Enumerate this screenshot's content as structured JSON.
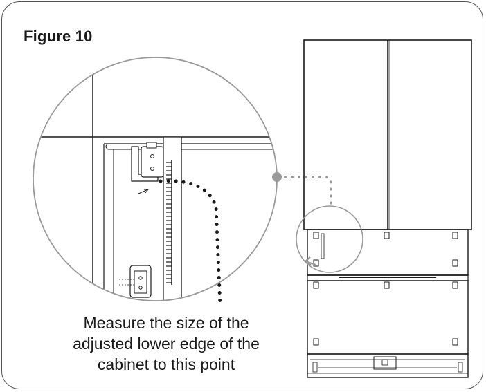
{
  "figure": {
    "title": "Figure 10",
    "caption_lines": [
      "Measure the size of the",
      "adjusted lower edge of the",
      "cabinet to this point"
    ]
  },
  "colors": {
    "line": "#1a1a1a",
    "callout_gray": "#9a9a9a",
    "frame": "#555555"
  }
}
